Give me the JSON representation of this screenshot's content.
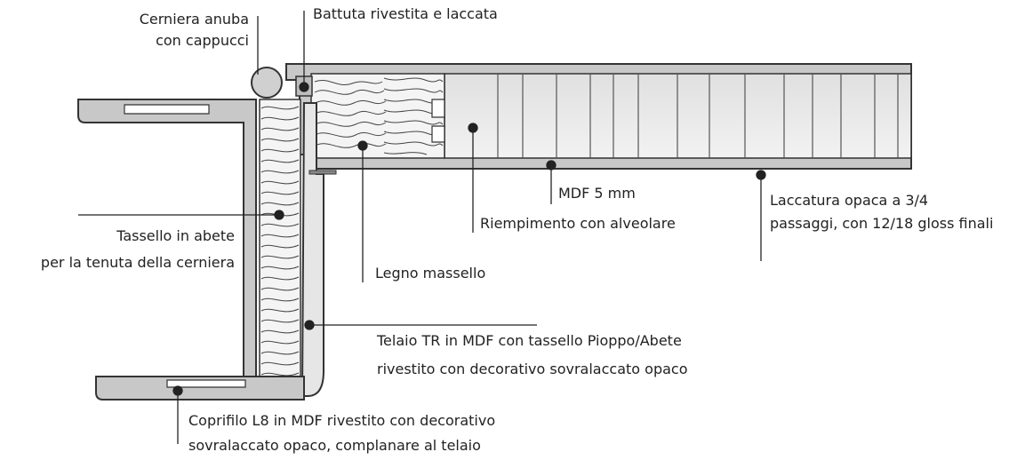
{
  "labels": {
    "hinge": [
      "Cerniera anuba",
      "con cappucci"
    ],
    "rebate": "Battuta rivestita e laccata",
    "mdf": "MDF 5 mm",
    "lacquer": [
      "Laccatura opaca a 3/4",
      "passaggi, con 12/18 gloss finali"
    ],
    "honeycomb": "Riempimento con alveolare",
    "fir_insert": [
      "Tassello in abete",
      "per la tenuta della cerniera"
    ],
    "solid_wood": "Legno massello",
    "frame": [
      "Telaio TR in MDF con tassello Pioppo/Abete",
      "rivestito con decorativo sovralaccato opaco"
    ],
    "architrave": [
      "Coprifilo L8 in MDF rivestito con decorativo",
      "sovralaccato opaco, complanare al telaio"
    ]
  },
  "colors": {
    "outline": "#333333",
    "panel_fill": "#c8c8c8",
    "honeycomb_fill": "#ececec",
    "wood_fill": "#f4f4f4",
    "hinge_fill": "#d0d0d0"
  }
}
